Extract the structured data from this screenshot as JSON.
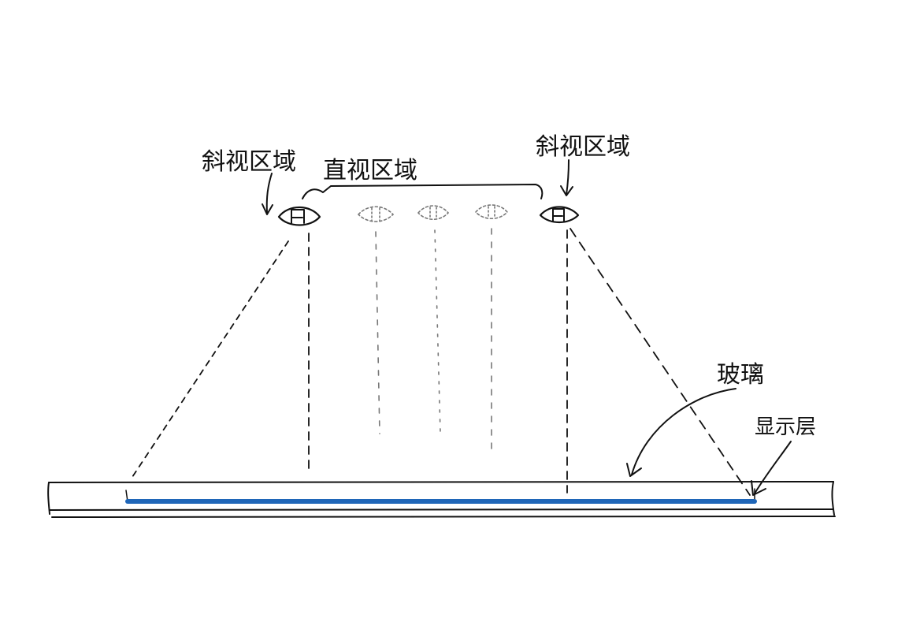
{
  "labels": {
    "oblique_left": "斜视区域",
    "direct": "直视区域",
    "oblique_right": "斜视区域",
    "glass": "玻璃",
    "display_layer": "显示层"
  },
  "colors": {
    "ink": "#111111",
    "ghost_ink": "#777777",
    "display_layer": "#1f66b8",
    "background": "#ffffff"
  },
  "icons": {
    "eye": "eye-icon",
    "ghost_eye": "dashed-eye-icon"
  }
}
